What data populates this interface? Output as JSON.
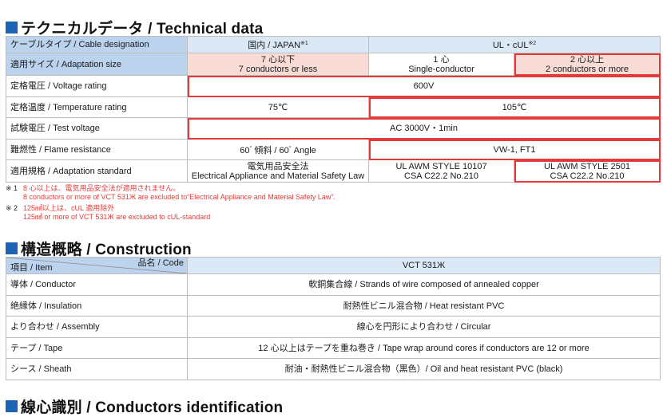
{
  "technical": {
    "title": "テクニカルデータ / Technical data",
    "rows": {
      "cable_designation": {
        "label": "ケーブルタイプ / Cable designation",
        "japan": "国内 / JAPAN",
        "japan_note": "※1",
        "ul": "UL・cUL",
        "ul_note": "※2"
      },
      "adaptation_size": {
        "label": "適用サイズ / Adaptation size",
        "japan_l1": "7 心以下",
        "japan_l2": "7 conductors or less",
        "single_l1": "1 心",
        "single_l2": "Single-conductor",
        "multi_l1": "2 心以上",
        "multi_l2": "2 conductors or more"
      },
      "voltage_rating": {
        "label": "定格電圧 / Voltage rating",
        "value": "600V"
      },
      "temperature_rating": {
        "label": "定格温度 / Temperature rating",
        "japan": "75℃",
        "ul": "105℃"
      },
      "test_voltage": {
        "label": "試験電圧 / Test voltage",
        "value": "AC 3000V・1min"
      },
      "flame_resistance": {
        "label": "難燃性 / Flame resistance",
        "japan_pre": "60",
        "japan_mid": " 傾斜 / 60",
        "japan_post": " Angle",
        "ul": "VW-1, FT1"
      },
      "adaptation_standard": {
        "label": "適用規格 / Adaptation standard",
        "japan_l1": "電気用品安全法",
        "japan_l2": "Electrical Appliance and Material Safety Law",
        "single_l1": "UL AWM STYLE 10107",
        "single_l2": "CSA C22.2 No.210",
        "multi_l1": "UL AWM STYLE 2501",
        "multi_l2": "CSA C22.2 No.210"
      }
    },
    "degree_mark": "°",
    "notes": [
      {
        "mark": "※ 1",
        "line1": "8 心以上は、電気用品安全法が適用されません。",
        "line2": "8 conductors or more of VCT 531Ж are excluded to“Electrical Appliance and Material Safety Law”."
      },
      {
        "mark": "※ 2",
        "line1": "125㎟以上は、cUL 適用除外",
        "line2": "125㎟ or more of VCT 531Ж are excluded to cUL-standard"
      }
    ]
  },
  "construction": {
    "title": "構造概略 / Construction",
    "header": {
      "item": "項目 / Item",
      "code": "品名 / Code",
      "product": "VCT 531Ж"
    },
    "rows": [
      {
        "label": "導体 / Conductor",
        "value": "軟銅集合線 / Strands of wire composed of annealed copper"
      },
      {
        "label": "絶縁体 / Insulation",
        "value": "耐熱性ビニル混合物 / Heat resistant PVC"
      },
      {
        "label": "より合わせ / Assembly",
        "value": "線心を円形により合わせ / Circular"
      },
      {
        "label": "テープ / Tape",
        "value": "12 心以上はテープを重ね巻き / Tape wrap around cores if conductors are 12 or more"
      },
      {
        "label": "シース / Sheath",
        "value": "耐油・耐熱性ビニル混合物（黒色）/ Oil and heat resistant PVC (black)"
      }
    ]
  },
  "identification": {
    "title": "線心識別 / Conductors identification"
  },
  "colors": {
    "accent": "#1b64b4",
    "header": "#bcd3ee",
    "header_light": "#dbe8f6",
    "pink": "#f9dcd6",
    "red": "#e53a3a"
  },
  "icons": {
    "section_marker": "blue-square-icon"
  }
}
